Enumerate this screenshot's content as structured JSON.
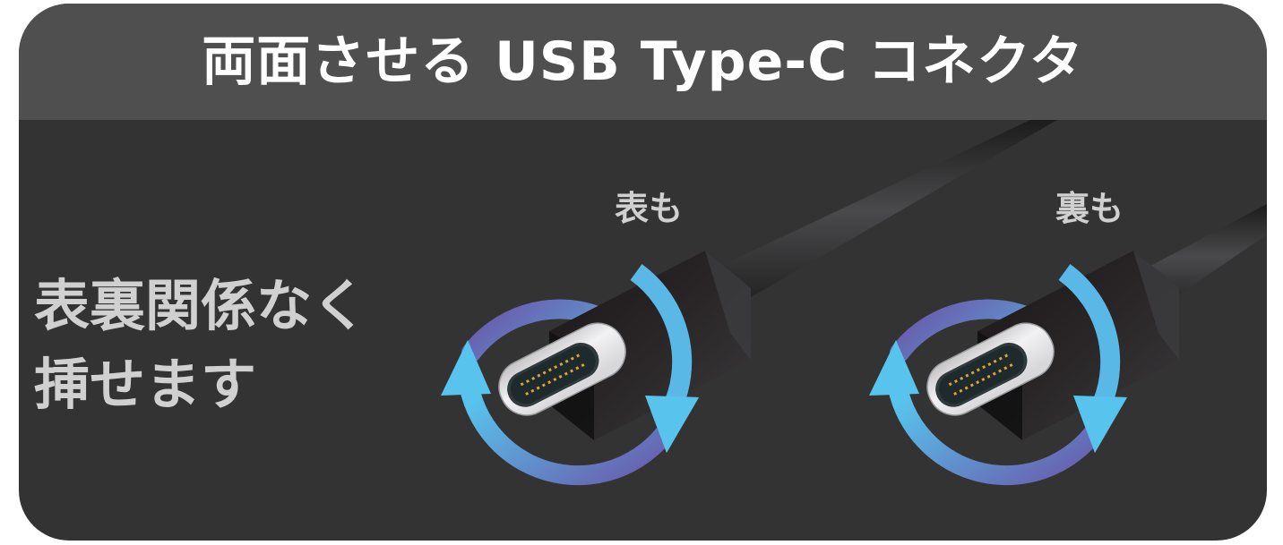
{
  "header": {
    "title": "両面させる USB Type-C コネクタ"
  },
  "headline": {
    "line1": "表裏関係なく",
    "line2": "挿せます"
  },
  "connectors": [
    {
      "label": "表も",
      "icon": "usb-c-connector-rotate"
    },
    {
      "label": "裏も",
      "icon": "usb-c-connector-rotate"
    }
  ],
  "colors": {
    "header_bg": "#4f4f4f",
    "panel_bg": "#333333",
    "title_text": "#ffffff",
    "body_text": "#d0d0d0",
    "arrow_start": "#6a55a8",
    "arrow_end": "#58c3ec",
    "connector_metal": "#e6e6e8",
    "pin_gold": "#d9a43a"
  }
}
